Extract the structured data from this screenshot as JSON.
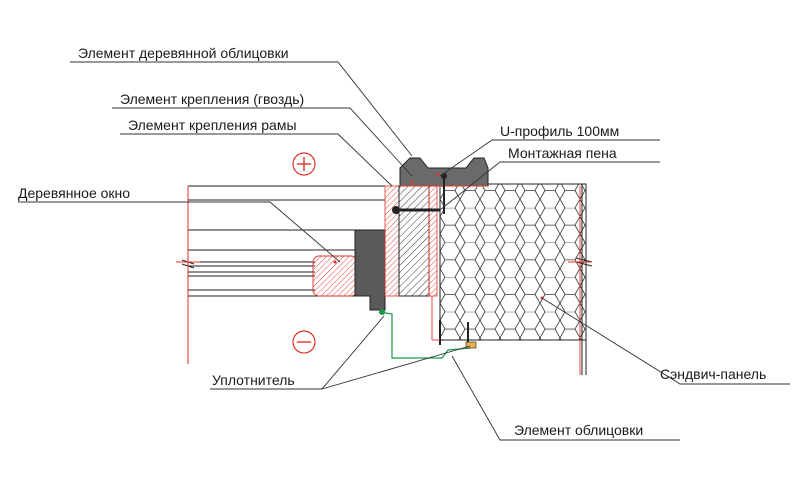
{
  "labels": {
    "wood_cladding": "Элемент деревянной облицовки",
    "nail": "Элемент крепления (гвоздь)",
    "frame_fastener": "Элемент крепления рамы",
    "u_profile": "U-профиль 100мм",
    "foam": "Монтажная пена",
    "wood_window": "Деревянное окно",
    "sealant": "Уплотнитель",
    "sandwich_panel": "Сэндвич-панель",
    "cladding": "Элемент облицовки"
  },
  "symbols": {
    "plus": "plus-circle-icon",
    "minus": "minus-circle-icon"
  },
  "colors": {
    "outline": "#222222",
    "accent_red": "#e5332a",
    "seal_green": "#1a9a4a",
    "wood_fill": "#d9d9d9",
    "dark_block": "#555555"
  }
}
